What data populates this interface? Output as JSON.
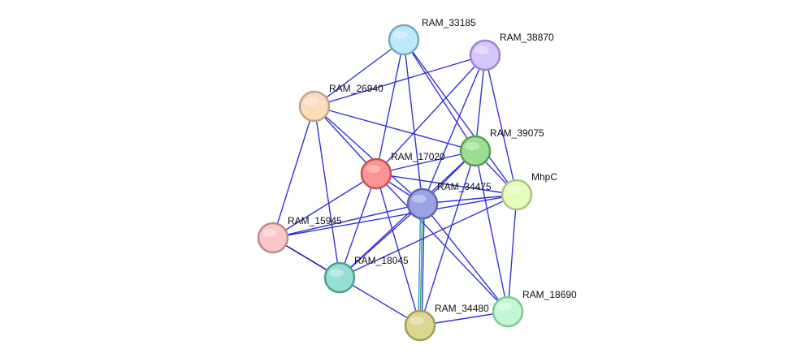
{
  "nodes": [
    {
      "id": "RAM_33185",
      "label": "RAM_33185",
      "fill": "#bde9fc",
      "stroke": "#78a7c9"
    },
    {
      "id": "RAM_38870",
      "label": "RAM_38870",
      "fill": "#d6c6fb",
      "stroke": "#9c87c6"
    },
    {
      "id": "RAM_26940",
      "label": "RAM_26940",
      "fill": "#fddcbb",
      "stroke": "#c2a483"
    },
    {
      "id": "RAM_39075",
      "label": "RAM_39075",
      "fill": "#9ede92",
      "stroke": "#5a9c52"
    },
    {
      "id": "RAM_17020",
      "label": "RAM_17020",
      "fill": "#fd9393",
      "stroke": "#c25353"
    },
    {
      "id": "RAM_34475",
      "label": "RAM_34475",
      "fill": "#9aa3e3",
      "stroke": "#5f67aa"
    },
    {
      "id": "MhpC",
      "label": "MhpC",
      "fill": "#e5fcba",
      "stroke": "#a8c681"
    },
    {
      "id": "RAM_15945",
      "label": "RAM_15945",
      "fill": "#f8c8c8",
      "stroke": "#c08a8a"
    },
    {
      "id": "RAM_18045",
      "label": "RAM_18045",
      "fill": "#97dfd5",
      "stroke": "#4f9d93"
    },
    {
      "id": "RAM_34480",
      "label": "RAM_34480",
      "fill": "#dbd793",
      "stroke": "#a39e52"
    },
    {
      "id": "RAM_18690",
      "label": "RAM_18690",
      "fill": "#c3f7d4",
      "stroke": "#7cc796"
    }
  ],
  "edges": [
    {
      "source": "RAM_33185",
      "target": "RAM_26940",
      "color": "#3333dd"
    },
    {
      "source": "RAM_33185",
      "target": "RAM_17020",
      "color": "#3333dd"
    },
    {
      "source": "RAM_33185",
      "target": "RAM_34475",
      "color": "#3333dd"
    },
    {
      "source": "RAM_33185",
      "target": "RAM_39075",
      "color": "#3333dd"
    },
    {
      "source": "RAM_33185",
      "target": "MhpC",
      "color": "#3333dd"
    },
    {
      "source": "RAM_38870",
      "target": "RAM_26940",
      "color": "#3333dd"
    },
    {
      "source": "RAM_38870",
      "target": "RAM_17020",
      "color": "#3333dd"
    },
    {
      "source": "RAM_38870",
      "target": "RAM_34475",
      "color": "#3333dd"
    },
    {
      "source": "RAM_38870",
      "target": "RAM_39075",
      "color": "#3333dd"
    },
    {
      "source": "RAM_38870",
      "target": "MhpC",
      "color": "#3333dd"
    },
    {
      "source": "RAM_26940",
      "target": "RAM_39075",
      "color": "#3333dd"
    },
    {
      "source": "RAM_26940",
      "target": "RAM_17020",
      "color": "#3333dd"
    },
    {
      "source": "RAM_26940",
      "target": "RAM_34475",
      "color": "#3333dd"
    },
    {
      "source": "RAM_26940",
      "target": "RAM_15945",
      "color": "#3333dd"
    },
    {
      "source": "RAM_26940",
      "target": "RAM_18045",
      "color": "#3333dd"
    },
    {
      "source": "RAM_39075",
      "target": "RAM_17020",
      "color": "#3333dd"
    },
    {
      "source": "RAM_39075",
      "target": "RAM_34475",
      "color": "#3333dd"
    },
    {
      "source": "RAM_39075",
      "target": "MhpC",
      "color": "#3333dd"
    },
    {
      "source": "RAM_39075",
      "target": "RAM_34480",
      "color": "#3333dd"
    },
    {
      "source": "RAM_39075",
      "target": "RAM_18690",
      "color": "#3333dd"
    },
    {
      "source": "RAM_39075",
      "target": "RAM_18045",
      "color": "#3333dd"
    },
    {
      "source": "RAM_17020",
      "target": "RAM_34475",
      "color": "#3333dd"
    },
    {
      "source": "RAM_17020",
      "target": "MhpC",
      "color": "#3333dd"
    },
    {
      "source": "RAM_17020",
      "target": "RAM_15945",
      "color": "#3333dd"
    },
    {
      "source": "RAM_17020",
      "target": "RAM_18045",
      "color": "#3333dd"
    },
    {
      "source": "RAM_17020",
      "target": "RAM_34480",
      "color": "#3333dd"
    },
    {
      "source": "RAM_17020",
      "target": "RAM_18690",
      "color": "#3333dd"
    },
    {
      "source": "RAM_34475",
      "target": "MhpC",
      "color": "#3333dd"
    },
    {
      "source": "RAM_34475",
      "target": "RAM_15945",
      "color": "#3333dd"
    },
    {
      "source": "RAM_34475",
      "target": "RAM_18045",
      "color": "#3333dd"
    },
    {
      "source": "RAM_34475",
      "target": "RAM_34480",
      "color": "#3333dd",
      "multi": [
        "#3333dd",
        "#33aa66",
        "#3399cc"
      ]
    },
    {
      "source": "RAM_34475",
      "target": "RAM_18690",
      "color": "#3333dd"
    },
    {
      "source": "MhpC",
      "target": "RAM_15945",
      "color": "#3333dd"
    },
    {
      "source": "MhpC",
      "target": "RAM_18045",
      "color": "#3333dd"
    },
    {
      "source": "MhpC",
      "target": "RAM_18690",
      "color": "#3333dd"
    },
    {
      "source": "RAM_15945",
      "target": "RAM_18045",
      "color": "#0000aa"
    },
    {
      "source": "RAM_18045",
      "target": "RAM_34480",
      "color": "#3333dd"
    },
    {
      "source": "RAM_34480",
      "target": "RAM_18690",
      "color": "#3333dd"
    }
  ]
}
